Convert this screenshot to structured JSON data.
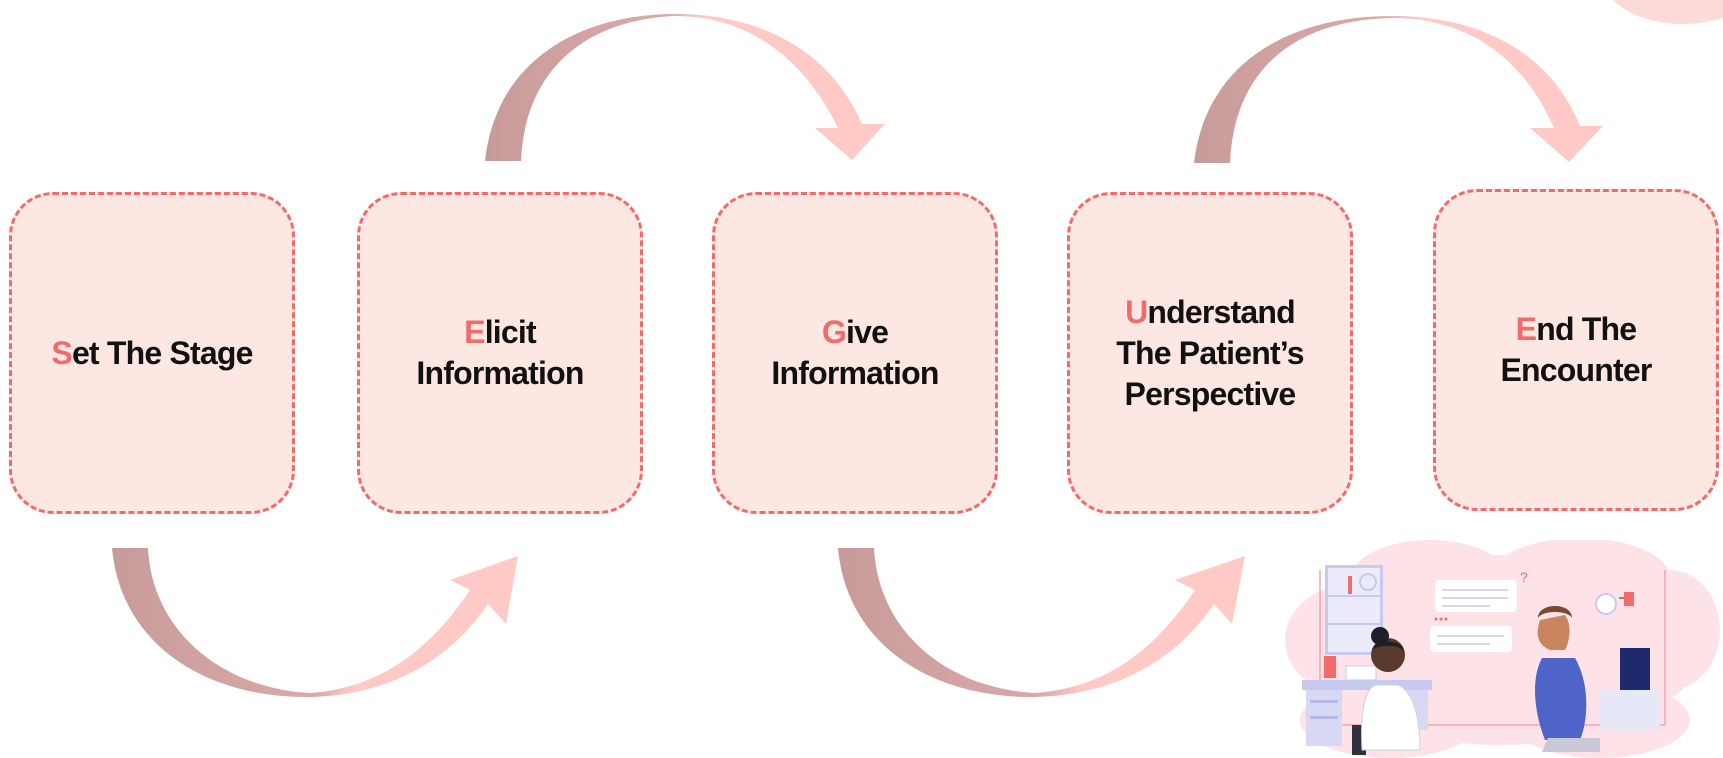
{
  "steps": [
    {
      "initial": "S",
      "lines": [
        "et The Stage"
      ]
    },
    {
      "initial": "E",
      "lines": [
        "licit",
        "Information"
      ]
    },
    {
      "initial": "G",
      "lines": [
        "ive",
        "Information"
      ]
    },
    {
      "initial": "U",
      "lines": [
        "nderstand",
        "The Patient’s",
        "Perspective"
      ]
    },
    {
      "initial": "E",
      "lines": [
        "nd The",
        "Encounter"
      ]
    }
  ],
  "colors": {
    "box_fill": "#fde7e2",
    "box_border": "#f26b6b",
    "initial_letter": "#f26b6b",
    "text": "#111111",
    "arrow_tail": "#c89b9b",
    "arrow_head": "#ffc9c6"
  },
  "illustration": {
    "description_icon": "doctor-patient-consultation-illustration"
  }
}
